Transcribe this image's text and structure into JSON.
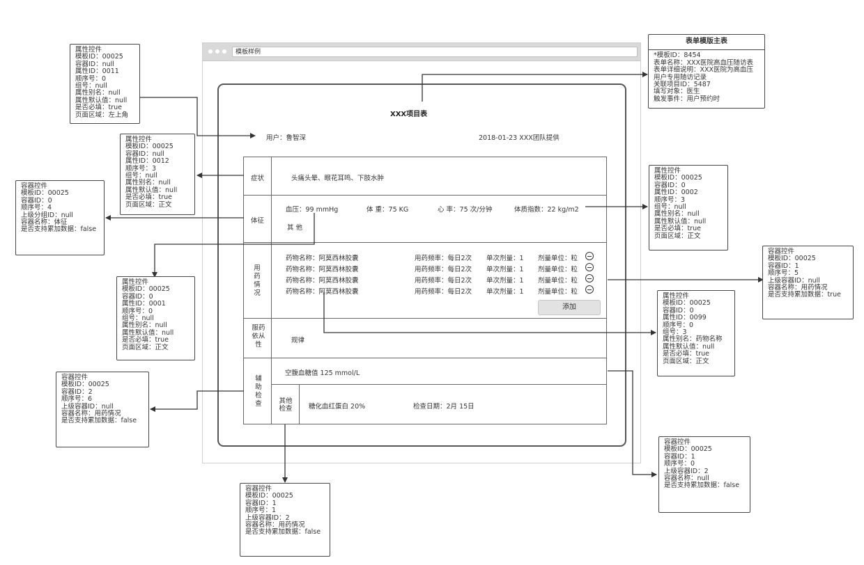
{
  "browser": {
    "title": "模板样例"
  },
  "form": {
    "title": "XXX项目表",
    "user_line": "用户：鲁智深",
    "date_line": "2018-01-23   XXX团队提供",
    "rows": {
      "symptom": {
        "label": "症状",
        "content": "头痛头晕、眼花耳鸣、下肢水肿"
      },
      "vital": {
        "label": "体征",
        "bp": "血压：99  mmHg",
        "weight": "体 重：75  KG",
        "hr": "心 率：75  次/分钟",
        "bmi": "体质指数：22  kg/m2",
        "other": "其 他"
      },
      "medication": {
        "label": "用\n药\n情\n况",
        "items": [
          {
            "name": "药物名称：阿莫西林胶囊",
            "freq": "用药频率：每日2次",
            "dose": "单次剂量：1",
            "unit": "剂量单位：粒"
          },
          {
            "name": "药物名称：阿莫西林胶囊",
            "freq": "用药频率：每日2次",
            "dose": "单次剂量：1",
            "unit": "剂量单位：粒"
          },
          {
            "name": "药物名称：阿莫西林胶囊",
            "freq": "用药频率：每日2次",
            "dose": "单次剂量：1",
            "unit": "剂量单位：粒"
          },
          {
            "name": "药物名称：阿莫西林胶囊",
            "freq": "用药频率：每日2次",
            "dose": "单次剂量：1",
            "unit": "剂量单位：粒"
          }
        ],
        "add_label": "添加"
      },
      "adherence": {
        "label": "服药\n依从\n性",
        "content": "规律"
      },
      "aux": {
        "label": "辅\n助\n检\n查",
        "glucose": "空腹血糖值   125  mmol/L",
        "other_label": "其他\n检查",
        "hba1c": "糖化血红蛋白   20%",
        "check_date": "检查日期：2月 15日"
      }
    }
  },
  "annotations": {
    "a_top": [
      "属性控件",
      "模板ID：00025",
      "容器ID：null",
      "属性ID：0011",
      "顺序号：0",
      "组号：null",
      "属性别名：null",
      "属性默认值：null",
      "是否必填：true",
      "页面区域：左上角"
    ],
    "a_symptom": [
      "属性控件",
      "模板ID：00025",
      "容器ID：null",
      "属性ID：0012",
      "顺序号：3",
      "组号：null",
      "属性别名：null",
      "属性默认值：null",
      "是否必填：true",
      "页面区域：正文"
    ],
    "a_vital_container": [
      "容器控件",
      "模板ID：00025",
      "容器ID：0",
      "顺序号：4",
      "上级分组ID：null",
      "容器名称：体征",
      "是否支持累加数据：false"
    ],
    "a_bp": [
      "属性控件",
      "模板ID：00025",
      "容器ID：0",
      "属性ID：0001",
      "顺序号：0",
      "组号：null",
      "属性别名：null",
      "属性默认值：null",
      "是否必填：true",
      "页面区域：正文"
    ],
    "a_aux_container": [
      "容器控件",
      "模板ID：00025",
      "容器ID：2",
      "顺序号：6",
      "上级容器ID：null",
      "容器名称：用药情况",
      "是否支持累加数据：false"
    ],
    "a_other_check": [
      "容器控件",
      "模板ID：00025",
      "容器ID：1",
      "顺序号：1",
      "上级容器ID：2",
      "容器名称：用药情况",
      "是否支持累加数据：false"
    ],
    "a_bmi": [
      "属性控件",
      "模板ID：00025",
      "容器ID：0",
      "属性ID：0002",
      "顺序号：3",
      "组号：null",
      "属性别名：null",
      "属性默认值：null",
      "是否必填：true",
      "页面区域：正文"
    ],
    "a_med_container": [
      "容器控件",
      "模板ID：00025",
      "容器ID：1",
      "顺序号：5",
      "上级容器ID：null",
      "容器名称：用药情况",
      "是否支持累加数据：true"
    ],
    "a_drug": [
      "属性控件",
      "模板ID：00025",
      "容器ID：0",
      "属性ID：0099",
      "顺序号：0",
      "组号：3",
      "属性别名：药物名称",
      "属性默认值：null",
      "是否必填：true",
      "页面区域：正文"
    ],
    "a_glucose": [
      "容器控件",
      "模板ID：00025",
      "容器ID：1",
      "顺序号：0",
      "上级容器ID：2",
      "容器名称：null",
      "是否支持累加数据：false"
    ],
    "master": {
      "title": "表单模版主表",
      "lines": [
        "*模板ID：8454",
        "表单名称：XXX医院高血压随访表",
        "表单详细说明：XXX医院为高血压",
        "用户专用随访记录",
        "关联项目ID：5487",
        "填写对象：医生",
        "触发事件：用户预约时"
      ]
    }
  }
}
